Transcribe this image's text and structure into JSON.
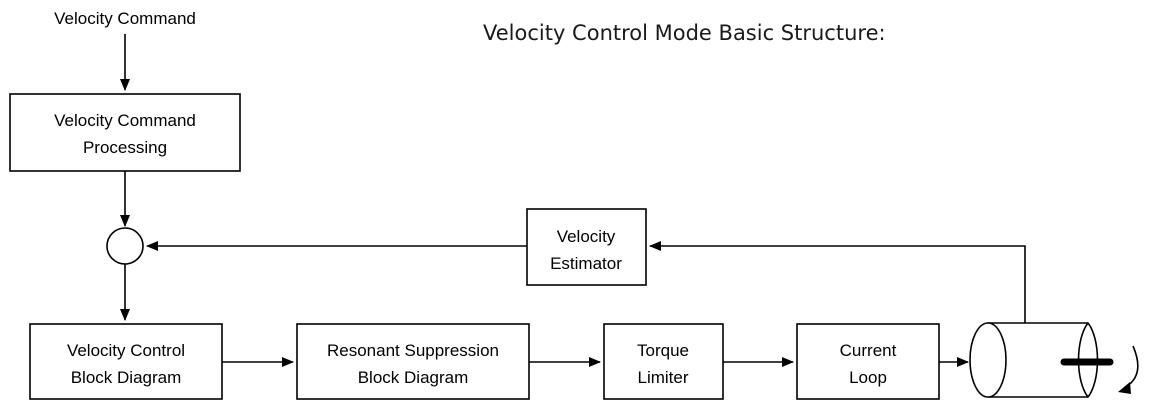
{
  "title": "Velocity Control Mode Basic Structure:",
  "input_label": "Velocity Command",
  "blocks": {
    "cmd_processing": [
      "Velocity Command",
      "Processing"
    ],
    "velocity_estimator": [
      "Velocity",
      "Estimator"
    ],
    "velocity_control": [
      "Velocity Control",
      "Block Diagram"
    ],
    "resonant_suppression": [
      "Resonant Suppression",
      "Block Diagram"
    ],
    "torque_limiter": [
      "Torque",
      "Limiter"
    ],
    "current_loop": [
      "Current",
      "Loop"
    ]
  },
  "elements": [
    "summing-junction",
    "motor"
  ]
}
